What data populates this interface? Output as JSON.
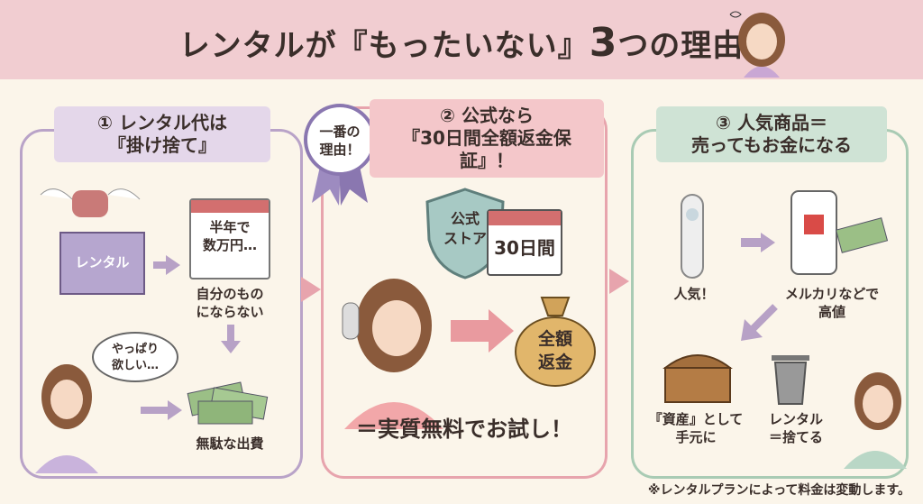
{
  "title": {
    "before": "レンタルが『もったいない』",
    "number": "3",
    "after": "つの理由"
  },
  "panels": [
    {
      "badge_line1": "① レンタル代は",
      "badge_line2": "『掛け捨て』",
      "box_label": "レンタル",
      "calendar_note": "半年で\n数万円…",
      "not_own": "自分のもの\nにならない",
      "thought": "やっぱり\n欲しい…",
      "waste": "無駄な出費"
    },
    {
      "ribbon": "一番の\n理由！",
      "badge_line1": "② 公式なら",
      "badge_line2": "『30日間全額返金保証』！",
      "shield": "公式\nストア",
      "calendar": "30日間",
      "bag": "全額\n返金",
      "bottom": "＝実質無料でお試し！"
    },
    {
      "badge_line1": "③ 人気商品＝",
      "badge_line2": "売ってもお金になる",
      "popular": "人気！",
      "resell": "メルカリなどで\n高値",
      "asset": "『資産』として\n手元に",
      "rental": "レンタル\n＝捨てる"
    }
  ],
  "footnote": "※レンタルプランによって料金は変動します。",
  "colors": {
    "header": "#f1cdd1",
    "panel1": "#b9a3c8",
    "panel2": "#e7a4ad",
    "panel3": "#a9cbb4",
    "bg": "#fbf5ea"
  }
}
